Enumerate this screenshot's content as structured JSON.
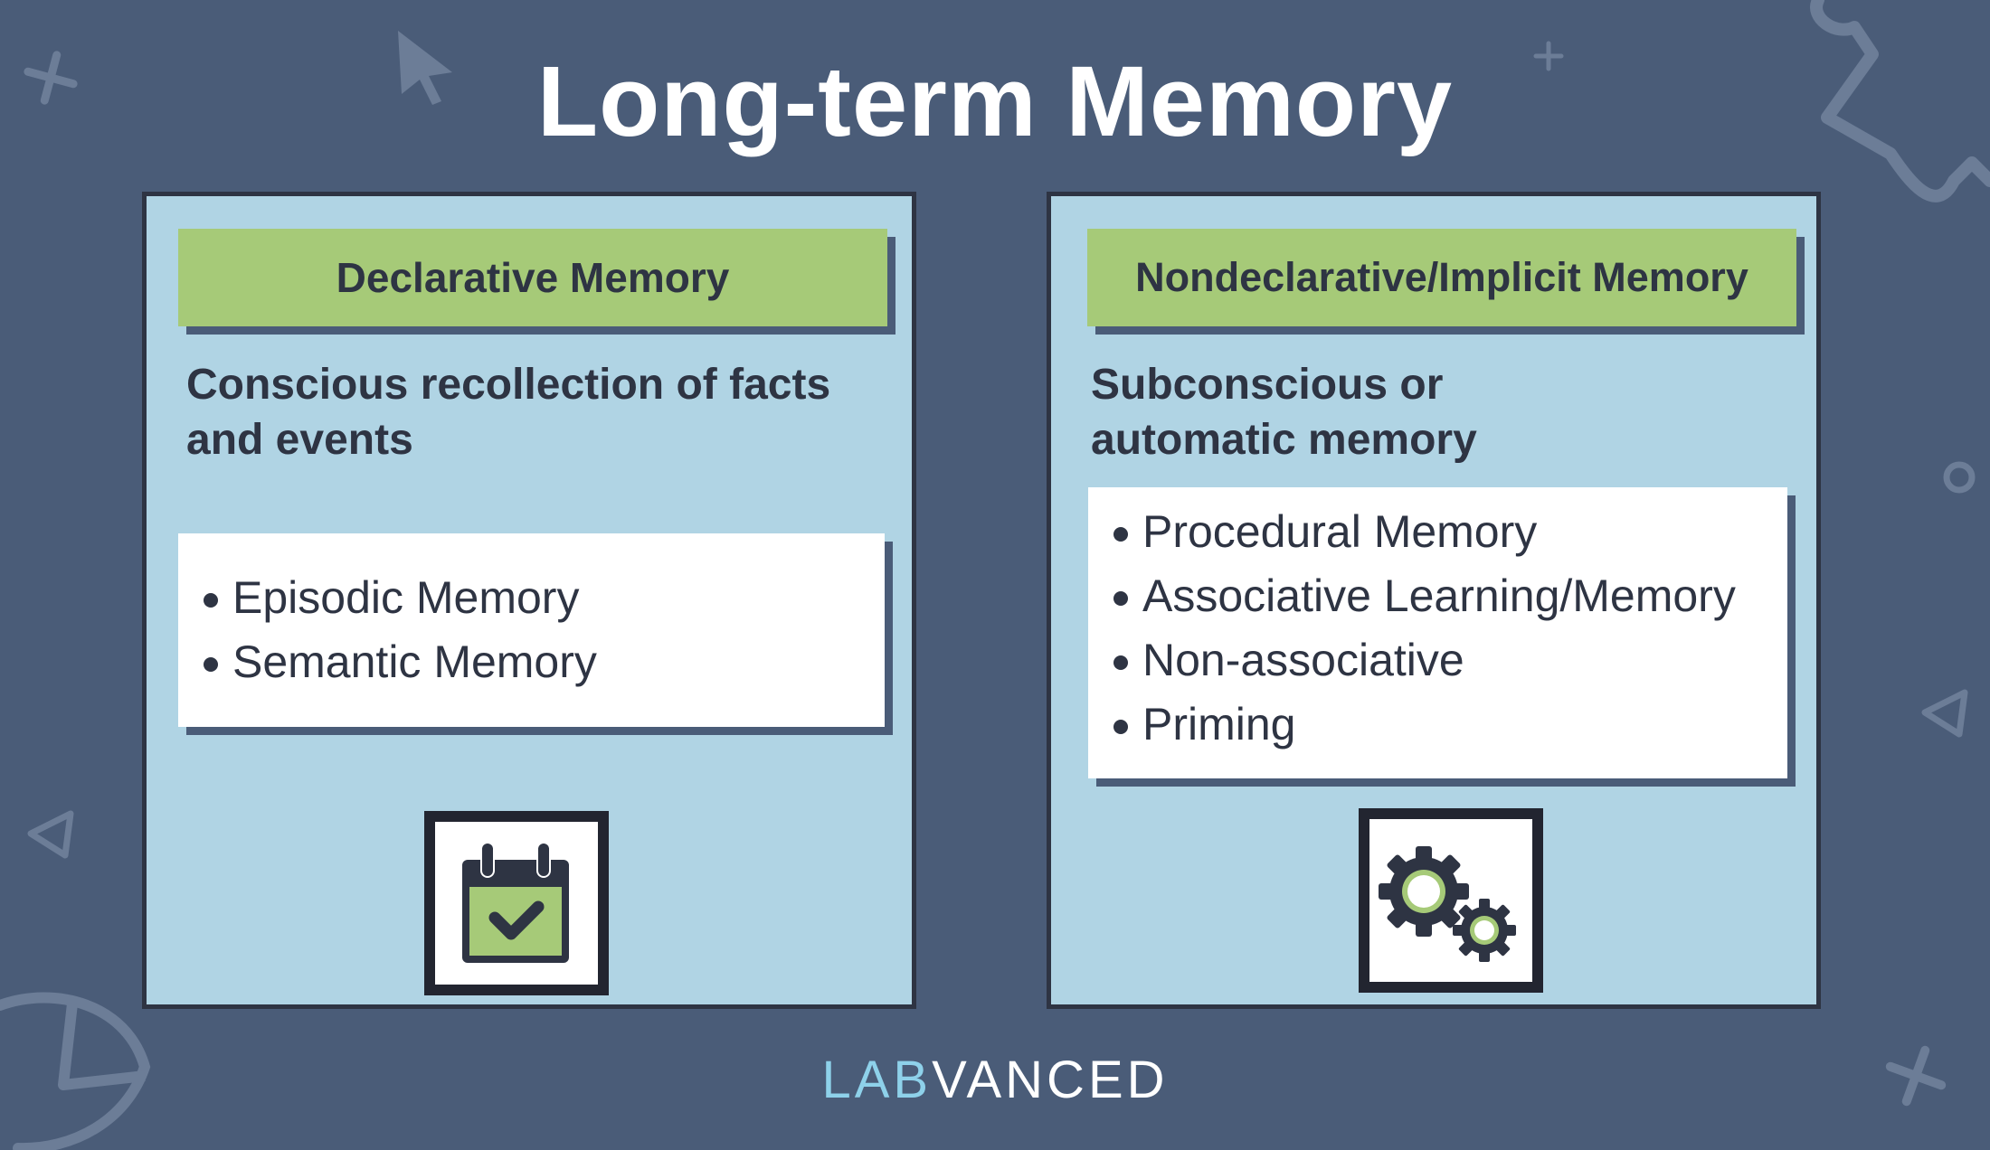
{
  "title": "Long-term Memory",
  "colors": {
    "background": "#4a5c78",
    "panel": "#b0d4e4",
    "header": "#a6ca78",
    "text": "#2e3443"
  },
  "panels": [
    {
      "header": "Declarative Memory",
      "description": "Conscious recollection of facts and events",
      "items": [
        "Episodic Memory",
        "Semantic Memory"
      ],
      "icon": "calendar-check-icon"
    },
    {
      "header": "Nondeclarative/Implicit Memory",
      "description": "Subconscious or automatic memory",
      "items": [
        "Procedural Memory",
        "Associative Learning/Memory",
        "Non-associative",
        "Priming"
      ],
      "icon": "gears-icon"
    }
  ],
  "brand": {
    "part1": "LAB",
    "part2": "VANCED"
  }
}
